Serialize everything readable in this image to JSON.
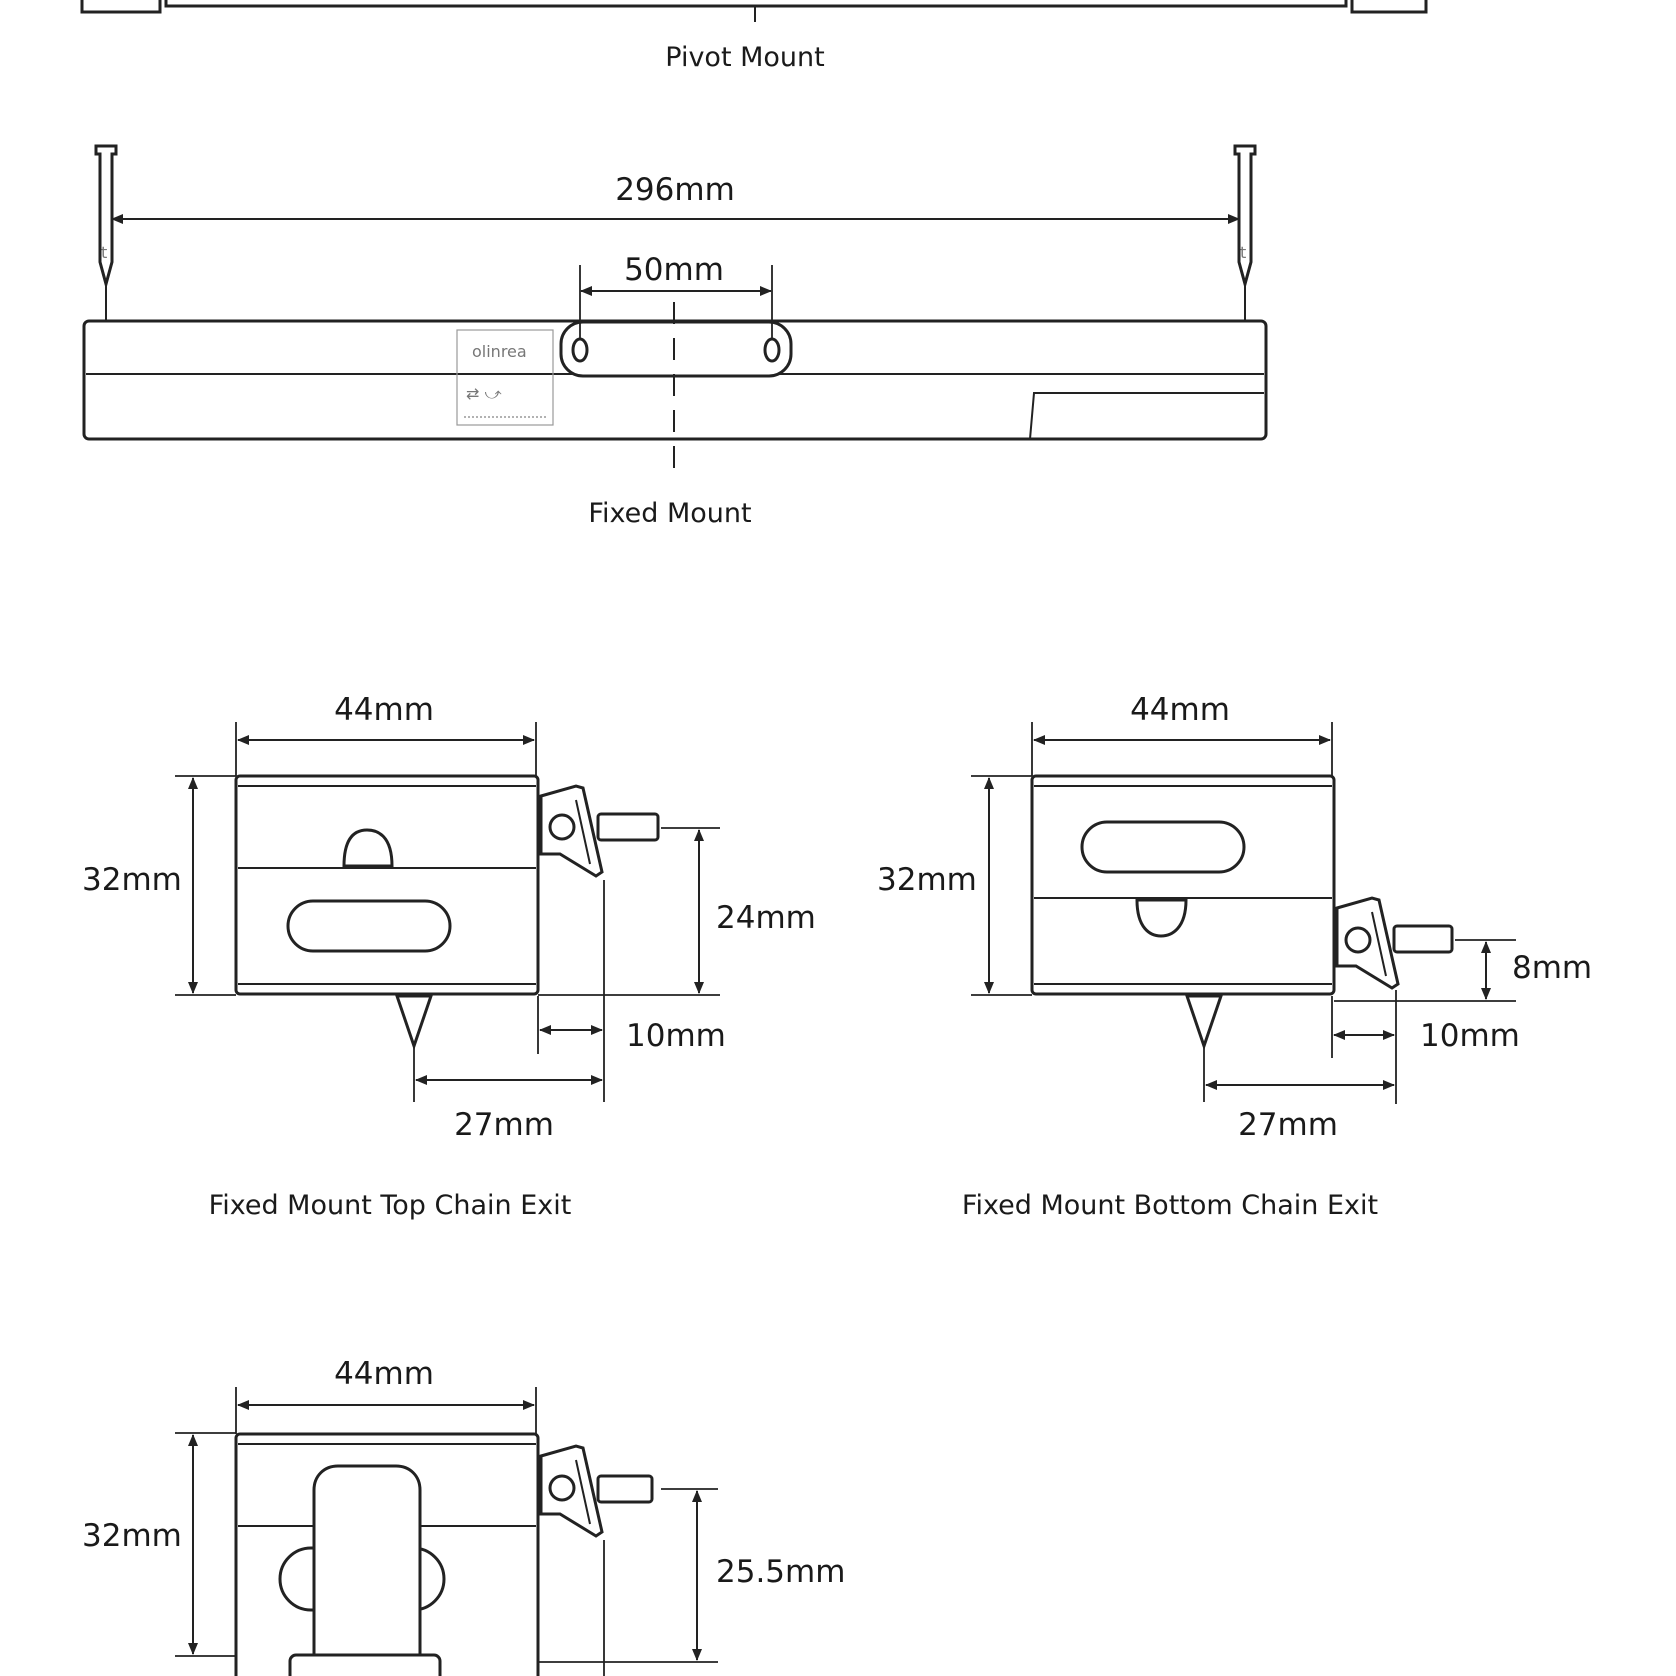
{
  "captions": {
    "pivot_mount": "Pivot Mount",
    "fixed_mount": "Fixed Mount",
    "top_exit": "Fixed Mount Top Chain Exit",
    "bottom_exit": "Fixed Mount Bottom Chain Exit"
  },
  "fixed_mount_dims": {
    "length": "296mm",
    "bracket": "50mm"
  },
  "top_exit_dims": {
    "width": "44mm",
    "height": "32mm",
    "chain_height": "24mm",
    "offset": "10mm",
    "tip": "27mm"
  },
  "bottom_exit_dims": {
    "width": "44mm",
    "height": "32mm",
    "chain_height": "8mm",
    "offset": "10mm",
    "tip": "27mm"
  },
  "pivot_exit_dims": {
    "width": "44mm",
    "height": "32mm",
    "chain_height": "25.5mm"
  },
  "body_label": "olinrea"
}
